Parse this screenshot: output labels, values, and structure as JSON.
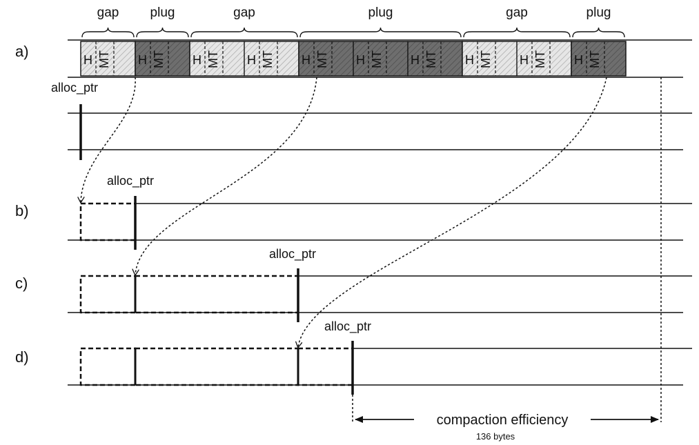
{
  "rows": [
    {
      "id": "a",
      "label": "a)"
    },
    {
      "id": "b",
      "label": "b)"
    },
    {
      "id": "c",
      "label": "c)"
    },
    {
      "id": "d",
      "label": "d)"
    }
  ],
  "segments": [
    {
      "kind": "gap",
      "label": "gap",
      "objects": 1
    },
    {
      "kind": "plug",
      "label": "plug",
      "objects": 1
    },
    {
      "kind": "gap",
      "label": "gap",
      "objects": 2
    },
    {
      "kind": "plug",
      "label": "plug",
      "objects": 3
    },
    {
      "kind": "gap",
      "label": "gap",
      "objects": 2
    },
    {
      "kind": "plug",
      "label": "plug",
      "objects": 1
    }
  ],
  "object_fields": {
    "header": "H",
    "method_table": "MT"
  },
  "pointer_label": "alloc_ptr",
  "efficiency": {
    "label": "compaction efficiency",
    "value": "136 bytes"
  },
  "colors": {
    "gap_fill": "#e6e6e6",
    "plug_fill": "#6e6e6e",
    "line": "#111111"
  }
}
